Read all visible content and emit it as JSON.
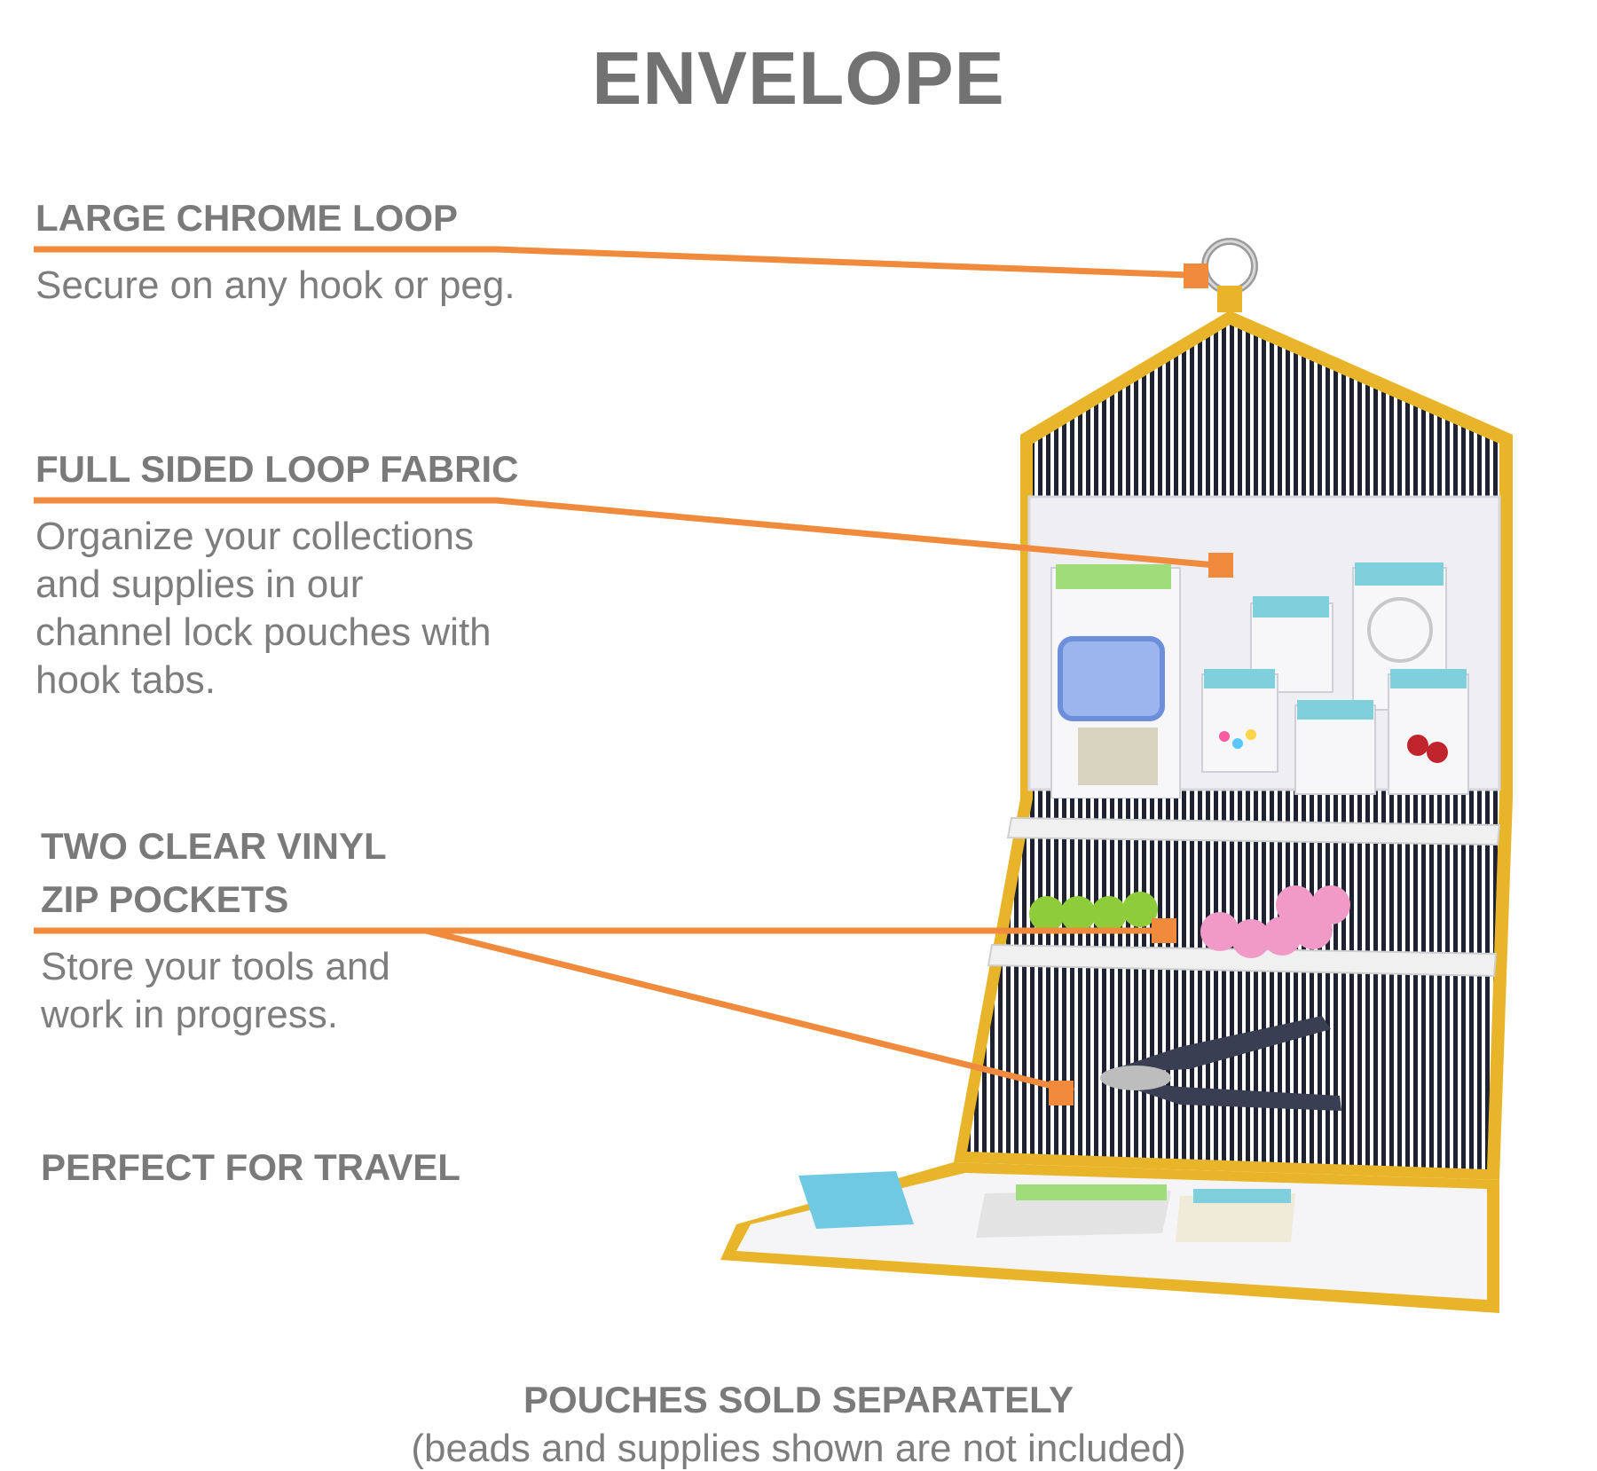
{
  "title": "ENVELOPE",
  "features": [
    {
      "heading": "LARGE CHROME LOOP",
      "description": "Secure on any hook or peg."
    },
    {
      "heading": "FULL SIDED LOOP FABRIC",
      "description": "Organize your collections and supplies in our channel lock pouches with hook tabs."
    },
    {
      "heading_line1": "TWO CLEAR VINYL",
      "heading_line2": "ZIP POCKETS",
      "description": "Store your tools and work in progress."
    },
    {
      "heading": "PERFECT FOR TRAVEL"
    }
  ],
  "footer": {
    "heading": "POUCHES SOLD SEPARATELY",
    "note": "(beads and supplies shown are not included)"
  },
  "colors": {
    "accent_line": "#f08a3c",
    "binding_yellow": "#e8b52a",
    "heading_gray": "#7a7a7a",
    "stripe_dark": "#1e2233"
  }
}
